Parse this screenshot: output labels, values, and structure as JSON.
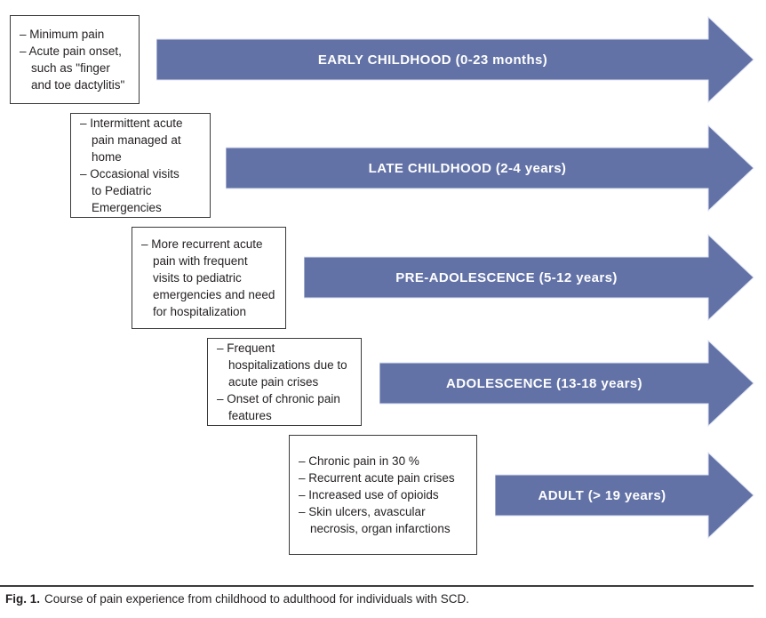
{
  "colors": {
    "arrow_fill": "#6272a6",
    "arrow_edge": "#dde2f1",
    "box_border": "#3a3a3a",
    "label_text": "#ffffff",
    "body_text": "#231f20"
  },
  "stages": [
    {
      "label": "EARLY CHILDHOOD (0-23 months)",
      "bullets": [
        "– Minimum pain",
        "– Acute pain onset,\nsuch as \"finger\nand toe dactylitis\""
      ]
    },
    {
      "label": "LATE CHILDHOOD (2-4 years)",
      "bullets": [
        "– Intermittent acute\npain managed at\nhome",
        "– Occasional visits\nto Pediatric\nEmergencies"
      ]
    },
    {
      "label": "PRE-ADOLESCENCE (5-12 years)",
      "bullets": [
        "– More recurrent acute\npain with frequent\nvisits to pediatric\nemergencies and need\nfor hospitalization"
      ]
    },
    {
      "label": "ADOLESCENCE (13-18 years)",
      "bullets": [
        "– Frequent\nhospitalizations due to\nacute pain crises",
        "– Onset of chronic pain\nfeatures"
      ]
    },
    {
      "label": "ADULT (> 19 years)",
      "bullets": [
        "– Chronic pain in 30 %",
        "– Recurrent acute pain crises",
        "– Increased use of opioids",
        "– Skin ulcers, avascular\nnecrosis, organ infarctions"
      ]
    }
  ],
  "figure": {
    "caption_label": "Fig. 1.",
    "caption_text": "Course of pain experience from childhood to adulthood for individuals with SCD."
  }
}
